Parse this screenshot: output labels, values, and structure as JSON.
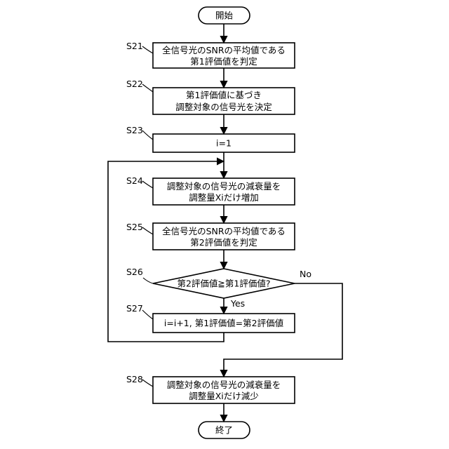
{
  "flowchart": {
    "start": "開始",
    "end": "終了",
    "steps": {
      "s21": {
        "id": "S21",
        "lines": [
          "全信号光のSNRの平均値である",
          "第1評価値を判定"
        ]
      },
      "s22": {
        "id": "S22",
        "lines": [
          "第1評価値に基づき",
          "調整対象の信号光を決定"
        ]
      },
      "s23": {
        "id": "S23",
        "lines": [
          "i=1"
        ]
      },
      "s24": {
        "id": "S24",
        "lines": [
          "調整対象の信号光の減衰量を",
          "調整量Xiだけ増加"
        ]
      },
      "s25": {
        "id": "S25",
        "lines": [
          "全信号光のSNRの平均値である",
          "第2評価値を判定"
        ]
      },
      "s26": {
        "id": "S26",
        "lines": [
          "第2評価値≧第1評価値?"
        ]
      },
      "s27": {
        "id": "S27",
        "lines": [
          "i=i+1, 第1評価値=第2評価値"
        ]
      },
      "s28": {
        "id": "S28",
        "lines": [
          "調整対象の信号光の減衰量を",
          "調整量Xiだけ減少"
        ]
      }
    },
    "branch_labels": {
      "yes": "Yes",
      "no": "No"
    }
  }
}
